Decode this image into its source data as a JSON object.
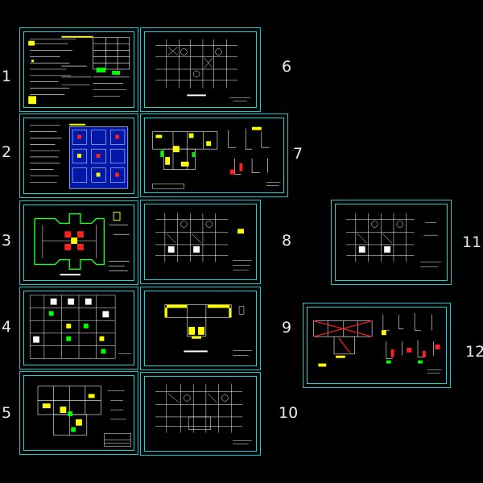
{
  "sheet_numbers": [
    "1",
    "2",
    "3",
    "4",
    "5",
    "6",
    "7",
    "8",
    "9",
    "10",
    "11",
    "12"
  ],
  "colors": {
    "frame": "#17c8d0",
    "line": "#ffffff",
    "accent_yellow": "#ffff00",
    "accent_red": "#ff2020",
    "accent_green": "#20ff20",
    "accent_blue": "#2040ff",
    "background": "#000000"
  }
}
